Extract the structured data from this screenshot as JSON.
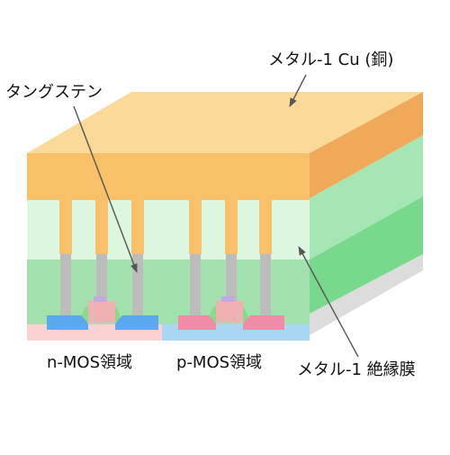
{
  "labels": {
    "metal1_cu": "メタル-1 Cu (銅)",
    "tungsten": "タングステン",
    "nmos": "n-MOS領域",
    "pmos": "p-MOS領域",
    "metal1_insulator": "メタル-1 絶縁膜"
  },
  "colors": {
    "copper_top": "#fbd998",
    "copper_front": "#f8c069",
    "copper_side": "#f0a958",
    "insulator_light": "#dcf6df",
    "insulator_side": "#a6e6b4",
    "insulator_lower": "#a2e0ae",
    "insulator_lower_side": "#78d88b",
    "substrate_side": "#dcdcdc",
    "tungsten": "#bcbcbc",
    "n_diffusion": "#5aa9ee",
    "p_diffusion": "#f08ca8",
    "nmos_well": "#fbd2d2",
    "pmos_well": "#a9d6f3",
    "gate": "#f0b0b4",
    "gate_cap": "#c4a8e3",
    "spacer": "#89d989",
    "leader_line": "#555555"
  }
}
